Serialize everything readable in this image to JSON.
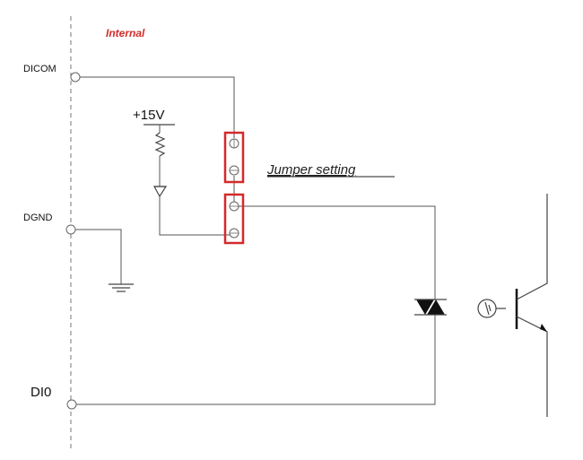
{
  "labels": {
    "internal": "Internal",
    "dicom": "DICOM",
    "dgnd": "DGND",
    "di0": "DI0",
    "supply": "+15V",
    "jumper": "Jumper setting"
  },
  "colors": {
    "jumper_box": "#d42a2a",
    "internal_label": "#d42a2a",
    "wire": "#555555"
  },
  "icons": [
    "resistor-icon",
    "diode-icon",
    "ground-icon",
    "bidirectional-led-icon",
    "phototransistor-icon",
    "jumper-pin-icon",
    "terminal-icon"
  ]
}
